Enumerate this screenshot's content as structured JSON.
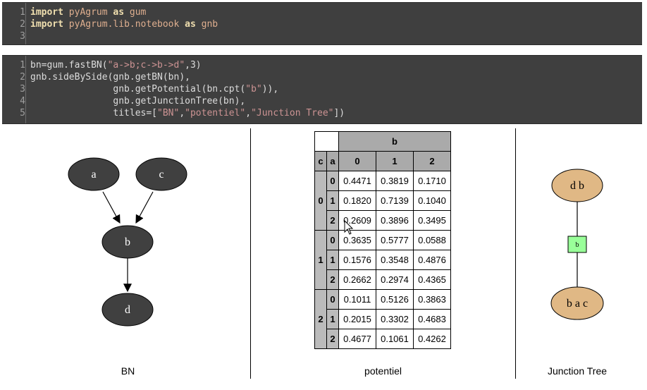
{
  "cells": [
    {
      "lines": [
        {
          "n": "1",
          "tokens": [
            {
              "t": "import",
              "c": "kw"
            },
            {
              "t": " "
            },
            {
              "t": "pyAgrum",
              "c": "mod"
            },
            {
              "t": " "
            },
            {
              "t": "as",
              "c": "kw"
            },
            {
              "t": " "
            },
            {
              "t": "gum",
              "c": "mod"
            }
          ]
        },
        {
          "n": "2",
          "tokens": [
            {
              "t": "import",
              "c": "kw"
            },
            {
              "t": " "
            },
            {
              "t": "pyAgrum.lib.notebook",
              "c": "mod"
            },
            {
              "t": " "
            },
            {
              "t": "as",
              "c": "kw"
            },
            {
              "t": " "
            },
            {
              "t": "gnb",
              "c": "mod"
            }
          ]
        },
        {
          "n": "3",
          "tokens": []
        }
      ]
    },
    {
      "lines": [
        {
          "n": "1",
          "tokens": [
            {
              "t": "bn=gum.fastBN("
            },
            {
              "t": "\"a->b;c->b->d\"",
              "c": "str"
            },
            {
              "t": ",3)"
            }
          ]
        },
        {
          "n": "2",
          "tokens": [
            {
              "t": "gnb.sideBySide(gnb.getBN(bn),"
            }
          ]
        },
        {
          "n": "3",
          "tokens": [
            {
              "t": "               gnb.getPotential(bn.cpt("
            },
            {
              "t": "\"b\"",
              "c": "str"
            },
            {
              "t": ")),"
            }
          ]
        },
        {
          "n": "4",
          "tokens": [
            {
              "t": "               gnb.getJunctionTree(bn),"
            }
          ]
        },
        {
          "n": "5",
          "tokens": [
            {
              "t": "               titles=["
            },
            {
              "t": "\"BN\"",
              "c": "str"
            },
            {
              "t": ","
            },
            {
              "t": "\"potentiel\"",
              "c": "str"
            },
            {
              "t": ","
            },
            {
              "t": "\"Junction Tree\"",
              "c": "str"
            },
            {
              "t": "])"
            }
          ]
        }
      ]
    }
  ],
  "bn": {
    "nodes": {
      "a": "a",
      "b": "b",
      "c": "c",
      "d": "d"
    },
    "title": "BN"
  },
  "potential": {
    "var": "b",
    "states": [
      "0",
      "1",
      "2"
    ],
    "parent_headers": [
      "c",
      "a"
    ],
    "groups": [
      {
        "c": "0",
        "rows": [
          {
            "a": "0",
            "vals": [
              "0.4471",
              "0.3819",
              "0.1710"
            ]
          },
          {
            "a": "1",
            "vals": [
              "0.1820",
              "0.7139",
              "0.1040"
            ]
          },
          {
            "a": "2",
            "vals": [
              "0.2609",
              "0.3896",
              "0.3495"
            ]
          }
        ]
      },
      {
        "c": "1",
        "rows": [
          {
            "a": "0",
            "vals": [
              "0.3635",
              "0.5777",
              "0.0588"
            ]
          },
          {
            "a": "1",
            "vals": [
              "0.1576",
              "0.3548",
              "0.4876"
            ]
          },
          {
            "a": "2",
            "vals": [
              "0.2662",
              "0.2974",
              "0.4365"
            ]
          }
        ]
      },
      {
        "c": "2",
        "rows": [
          {
            "a": "0",
            "vals": [
              "0.1011",
              "0.5126",
              "0.3863"
            ]
          },
          {
            "a": "1",
            "vals": [
              "0.2015",
              "0.3302",
              "0.4683"
            ]
          },
          {
            "a": "2",
            "vals": [
              "0.4677",
              "0.1061",
              "0.4262"
            ]
          }
        ]
      }
    ],
    "title": "potentiel"
  },
  "jt": {
    "clique1": "d b",
    "separator": "b",
    "clique2": "b a c",
    "title": "Junction Tree"
  },
  "colors": {
    "node_dark": "#404040",
    "clique": "#e0b885",
    "separator": "#99ff99"
  }
}
